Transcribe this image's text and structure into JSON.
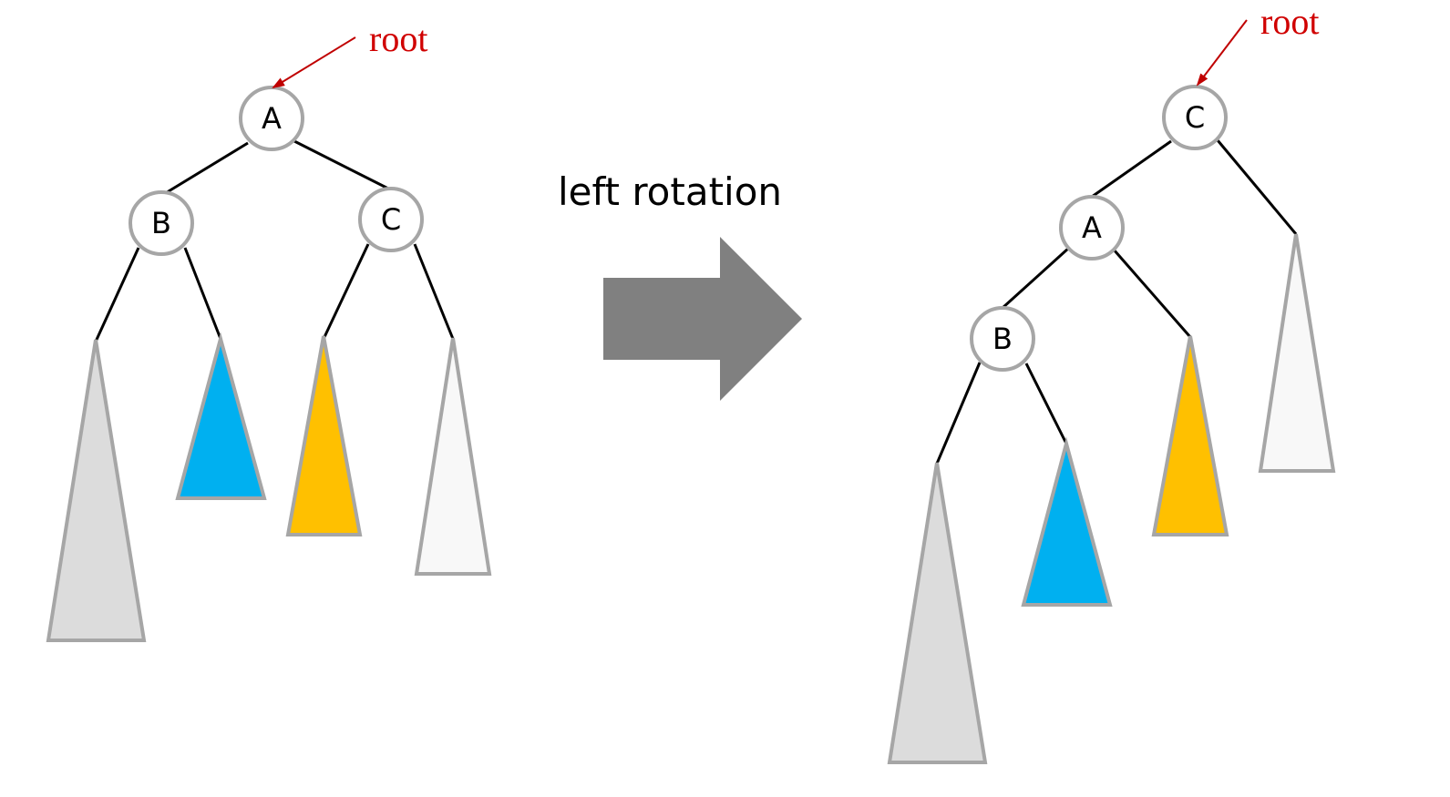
{
  "diagram": {
    "caption": "left rotation",
    "root_label": "root",
    "before": {
      "nodes": {
        "A": "A",
        "B": "B",
        "C": "C"
      }
    },
    "after": {
      "nodes": {
        "A": "A",
        "B": "B",
        "C": "C"
      }
    }
  },
  "colors": {
    "node_stroke": "#a6a6a6",
    "edge": "#000000",
    "root_annotation": "#d00000",
    "root_arrow": "#c00000",
    "transform_arrow": "#808080",
    "subtree_gray": "#dcdcdc",
    "subtree_blue": "#00b0f0",
    "subtree_yellow": "#ffc000",
    "subtree_white": "#f8f8f8"
  },
  "icons": {
    "transform_arrow": "right-arrow-icon"
  }
}
